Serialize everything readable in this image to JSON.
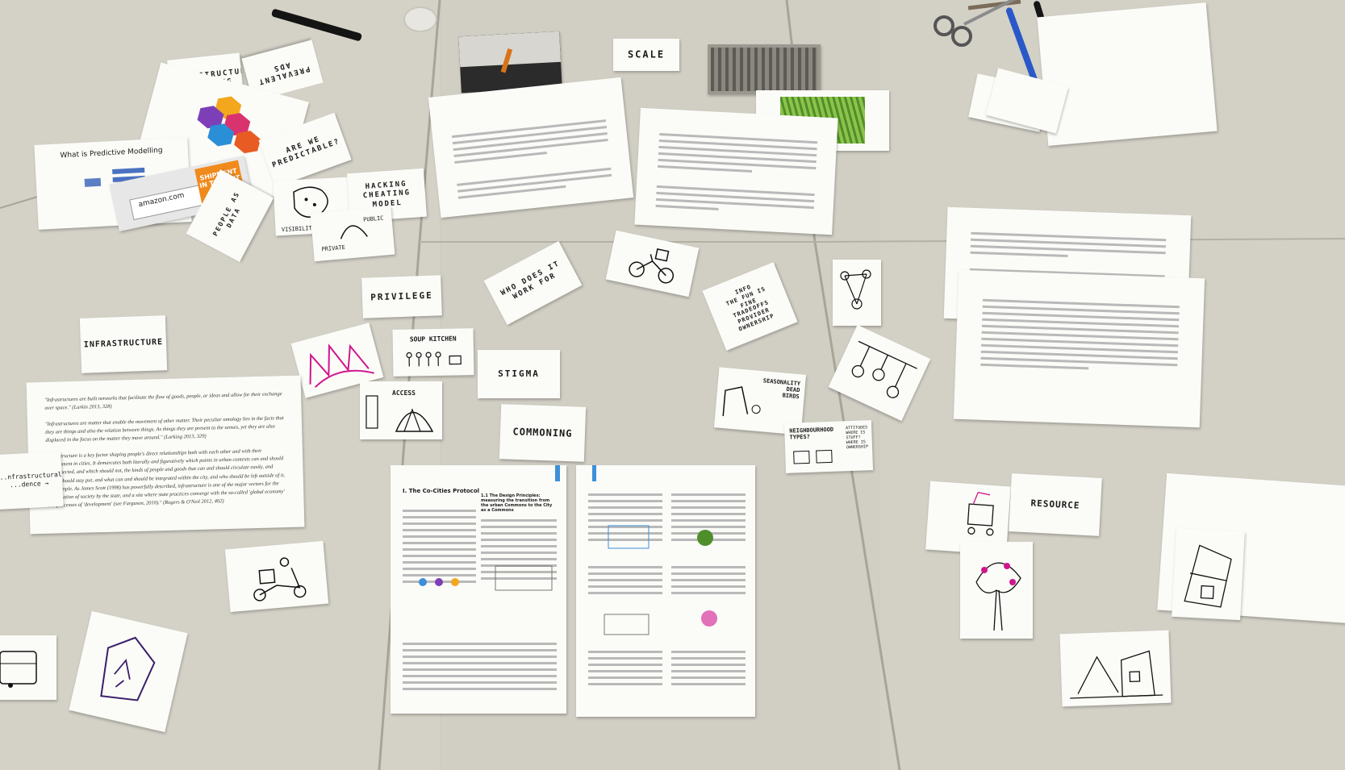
{
  "scene": {
    "description_free": true
  },
  "cards": {
    "infrastructure_modelling": "INFRASTRUCTURE\nMODELLING",
    "are_we_predictable": "ARE WE\nPREDICTABLE?",
    "hacking": "HACKING\nCHEATING\nMODEL",
    "visibility": "VISIBILITY OF CRIME",
    "people": "PEOPLE AS\nDATA",
    "privilege": "PRIVILEGE",
    "who_does_it_work_for": "WHO DOES IT\nWORK FOR",
    "scale": "SCALE",
    "info": "INFO\nTHE FUN IS\nFINE\nTRADEOFFS\nPROVIDER\nOWNERSHIP",
    "infrastructure": "INFRASTRUCTURE",
    "soup_kitchen": "SOUP KITCHEN",
    "stigma": "STIGMA",
    "access": "ACCESS",
    "commoning": "COMMONING",
    "seasonality": "SEASONALITY\nDEAD\nBIRDS",
    "neighbourhood_types": "NEIGHBOURHOOD\nTYPES?",
    "attitudes": "ATTITUDES\nWHERE IS\nSTUFF?\nWHERE IS\nOWNERSHIP",
    "infrastructural_dependence": "...nfrastructural\n...dence →",
    "resource": "RESOURCE",
    "private_public_left": "PRIVATE",
    "private_public_right": "PUBLIC"
  },
  "documents": {
    "predictive_title": "What is Predictive Modelling",
    "amazon_text": "SHIPMENT\nIN TRANSIT",
    "amazon_brand": "amazon.com",
    "infra_quote_1": "\"Infrastructures are built networks that facilitate the flow of goods, people, or ideas and allow for their exchange over space.\" (Larkin 2013, 328)",
    "infra_quote_2": "\"Infrastructures are matter that enable the movement of other matter. Their peculiar ontology lies in the facts that they are things and also the relation between things. As things they are present to the senses, yet they are also displaced in the focus on the matter they move around.\" (Larking 2013, 329)",
    "infra_quote_3": "\"Infrastructure is a key factor shaping people's direct relationships both with each other and with their environment in cities. It demarcates both literally and figuratively which points in urban contexts can and should be connected, and which should not, the kinds of people and goods that can and should circulate easily, and which should stay put, and what can and should be integrated within the city, and who should be left outside of it, for example. As James Scott (1998) has powerfully described, infrastructure is one of the major vectors for the organization of society by the state, and a site where state practices converge with the so-called 'global economy' and processes of 'development' (see Farguson, 2010).\" (Rogers & O'Neil 2012, 402)",
    "cocities_title": "I. The Co-Cities Protocol",
    "design_principles_title": "1.1 The Design Principles: measuring the transition from the urban Commons to the City as a Commons"
  },
  "colors": {
    "table": "#d4d2c7",
    "seam": "#a9a69a",
    "paper": "#fbfbf8",
    "ink": "#1a1a1a",
    "magenta": "#d0168e",
    "blue_accent": "#3d8fd8"
  }
}
